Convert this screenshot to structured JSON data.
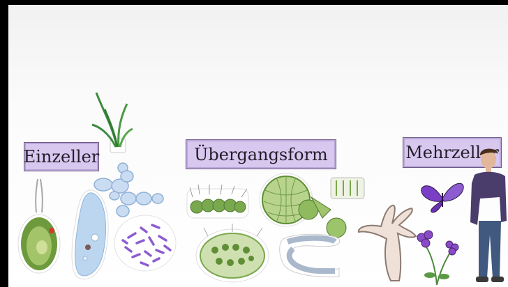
{
  "labels": {
    "einzeller": "Einzeller",
    "uebergangsform": "Übergangsform",
    "mehrzeller": "Mehrzeller"
  },
  "colors": {
    "label_background": "#d8c7ee",
    "organism_green": "#7aa84f",
    "organism_blue": "#b9d6f0",
    "organism_purple": "#8d5cd1"
  },
  "icons": [
    "chlamydomonas-icon",
    "paramecium-icon",
    "grass-icon",
    "yeast-icon",
    "bacteria-icon",
    "volvox-colony-icon",
    "green-colony-icon",
    "sphere-colony-icon",
    "chain-colony-icon",
    "hydra-icon",
    "butterfly-icon",
    "violet-flower-icon",
    "person-icon"
  ]
}
